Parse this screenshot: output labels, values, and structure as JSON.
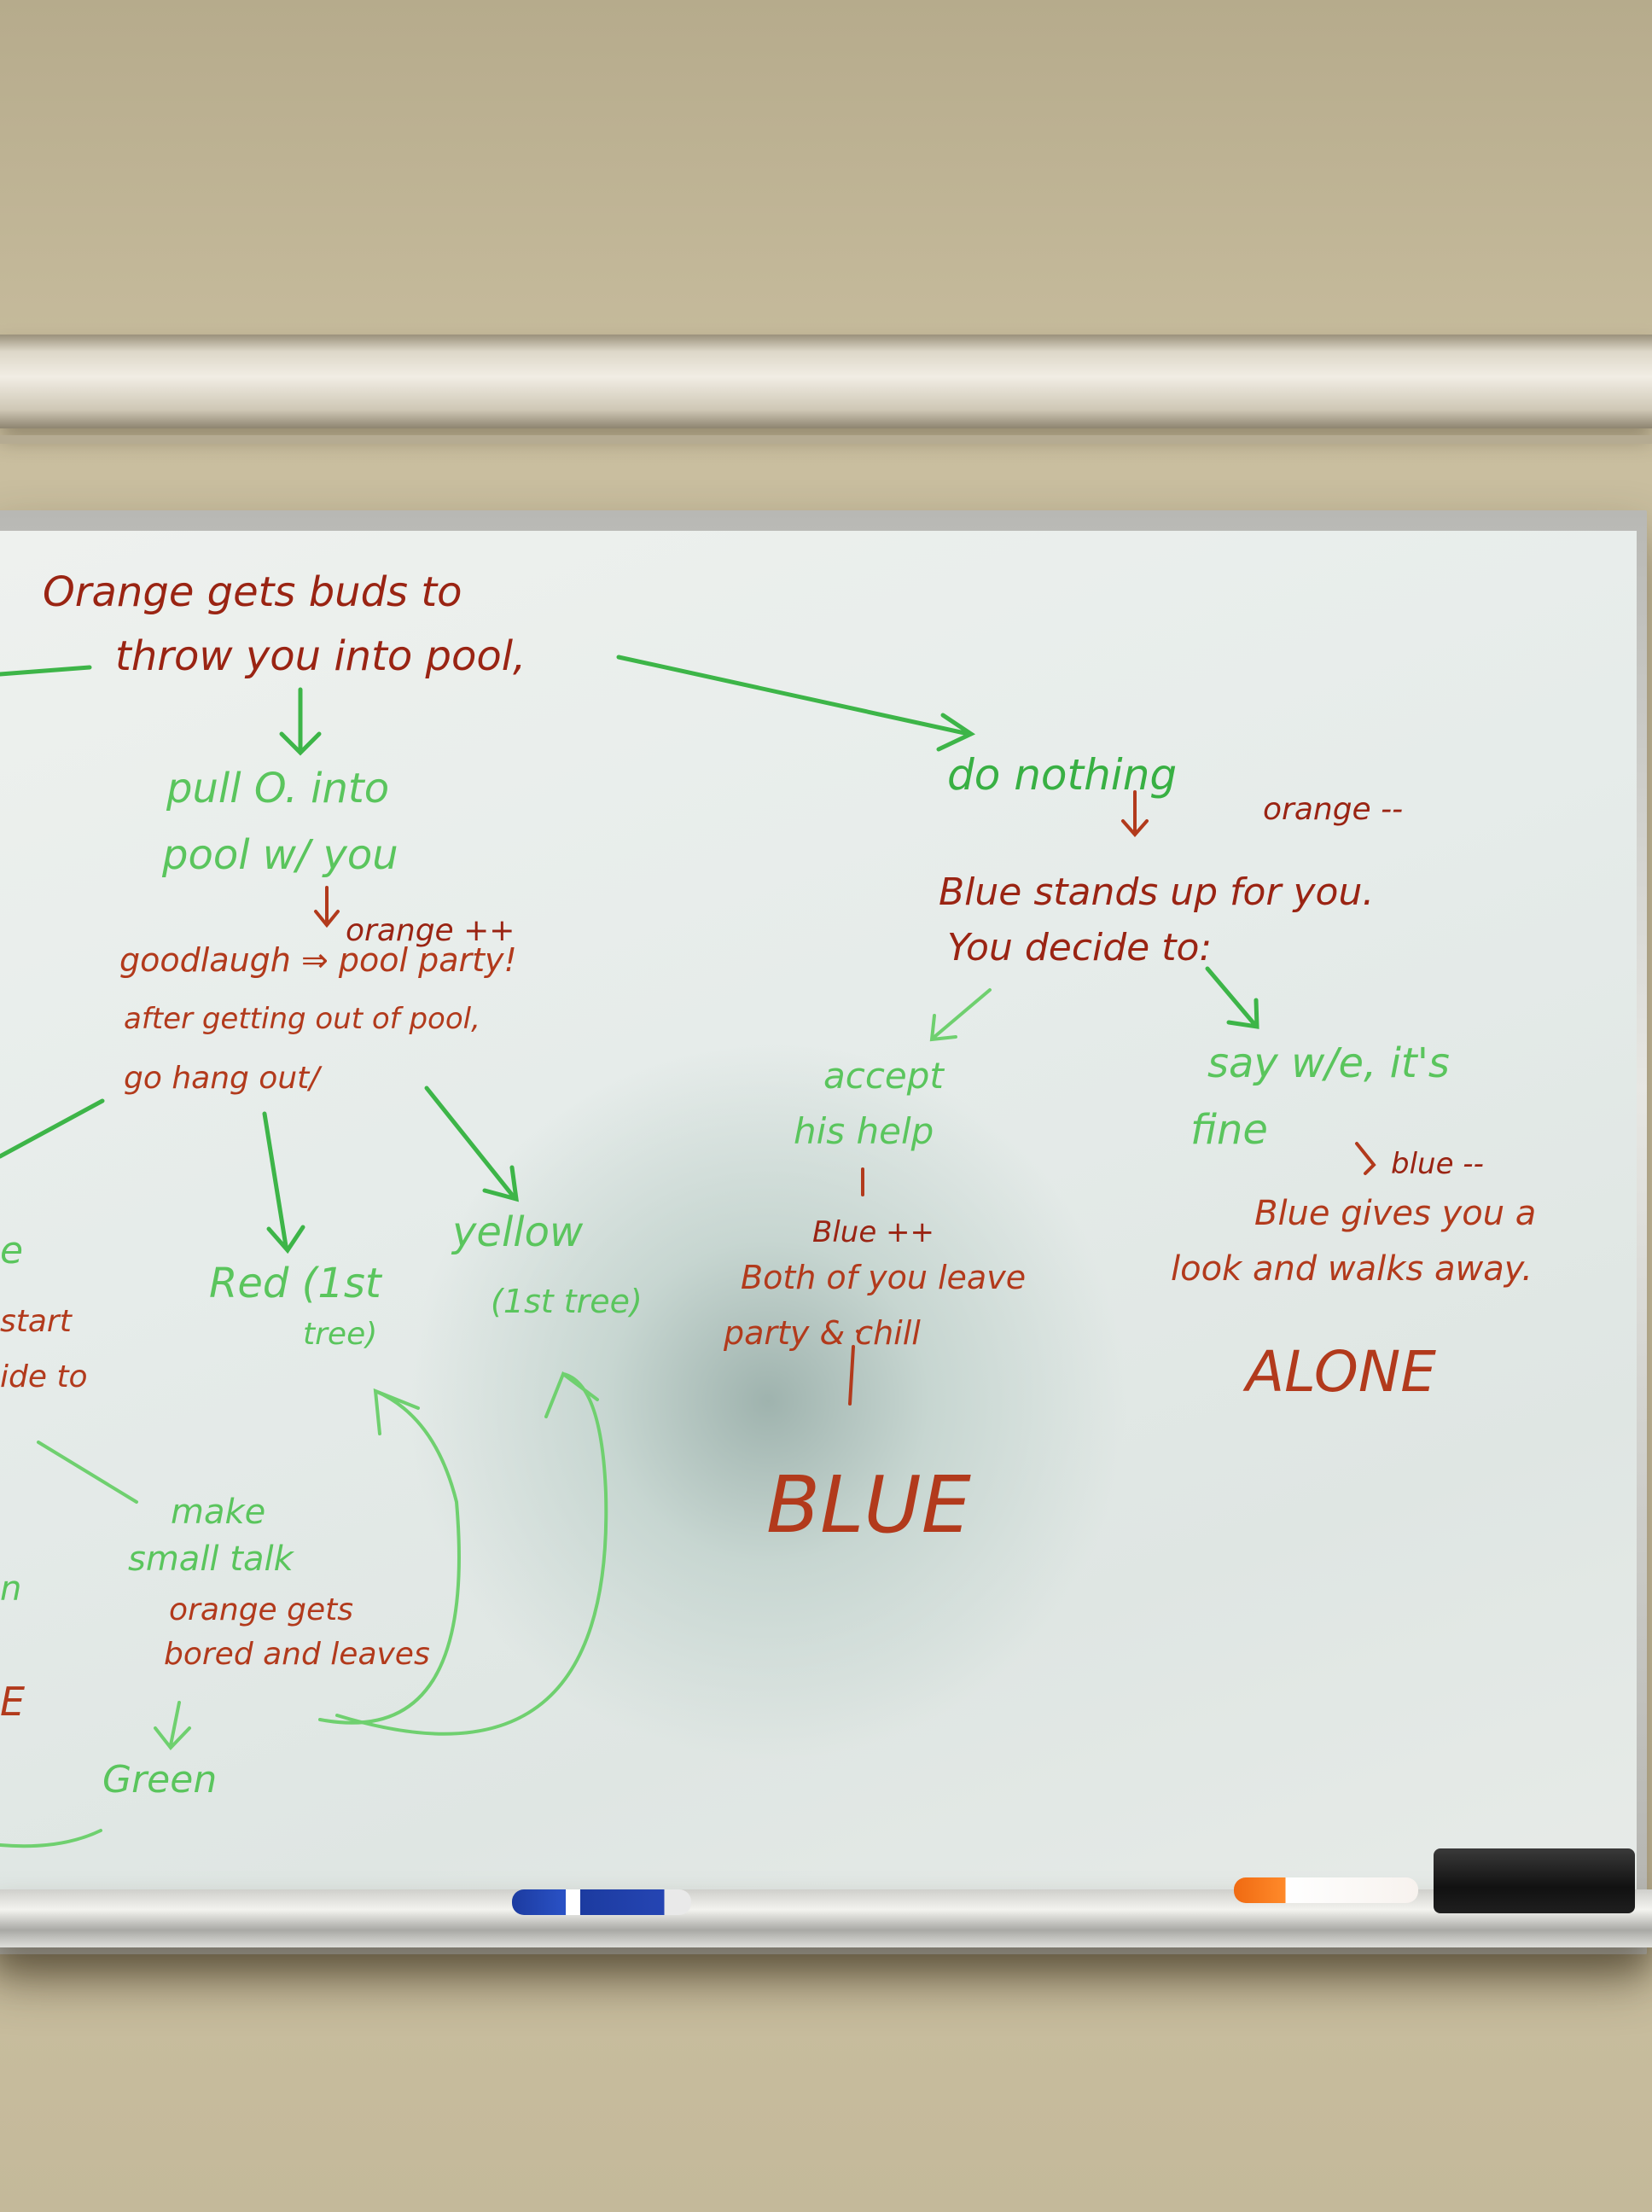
{
  "whiteboard": {
    "top_node": {
      "line1": "Orange gets buds to",
      "line2": "throw you into pool,"
    },
    "left_branch": {
      "option": [
        "pull O. into",
        "pool w/ you"
      ],
      "result_tag": "orange ++",
      "outcome": [
        "goodlaugh ⇒ pool party!",
        "after getting out of pool,",
        "go hang out/"
      ],
      "red": [
        "Red (1st",
        "tree)"
      ],
      "yellow": [
        "yellow",
        "(1st tree)"
      ]
    },
    "right_branch": {
      "option": "do nothing",
      "result_tag": "orange --",
      "outcome": [
        "Blue stands up for you.",
        "You decide to:"
      ],
      "accept": [
        "accept",
        "his help"
      ],
      "accept_tag": "Blue ++",
      "accept_result": [
        "Both of you leave",
        "party & chill"
      ],
      "accept_final": "BLUE",
      "decline": [
        "say w/e, it's",
        "fine"
      ],
      "decline_tag": "blue --",
      "decline_result": [
        "Blue gives you a",
        "look and walks away."
      ],
      "decline_final": "ALONE"
    },
    "bottom_left": {
      "option": [
        "make",
        "small talk"
      ],
      "result": [
        "orange gets",
        "bored and leaves"
      ],
      "final": "Green"
    },
    "edge_fragments": [
      "e",
      "start",
      "ide to",
      "n",
      "E"
    ]
  },
  "colors": {
    "red_ink": "#b23a1c",
    "green_ink": "#38b043",
    "marker_blue": "#2545b3",
    "marker_orange": "#f06a12"
  }
}
